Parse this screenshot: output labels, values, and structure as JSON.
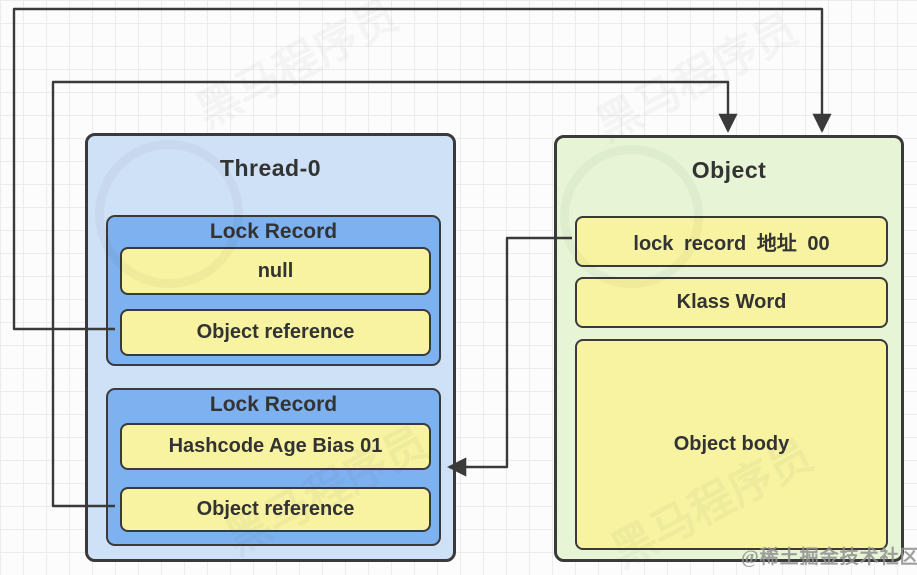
{
  "colors": {
    "canvas-bg": "#fcfcfc",
    "grid-line": "#ececec",
    "thread-fill": "#cfe1f7",
    "lock-record-fill": "#7db1ef",
    "cell-fill": "#f7f3a1",
    "object-fill": "#e7f5d6",
    "stroke": "#3a3a3a",
    "text": "#333333",
    "watermark-gray": "#8f8f8f"
  },
  "thread": {
    "title": "Thread-0",
    "lock_records": [
      {
        "label": "Lock Record",
        "rows": [
          "null",
          "Object reference"
        ]
      },
      {
        "label": "Lock Record",
        "rows": [
          "Hashcode Age Bias 01",
          "Object reference"
        ]
      }
    ]
  },
  "object": {
    "title": "Object",
    "rows": [
      "lock record 地址 00",
      "Klass Word",
      "Object body"
    ]
  },
  "connectors": [
    {
      "from": "lock-record-1 Object reference",
      "to": "Object top"
    },
    {
      "from": "lock-record-2 Object reference",
      "to": "Object top"
    },
    {
      "from": "Object lock record 地址 00",
      "to": "Thread-0 lock-record-2"
    }
  ],
  "watermarks": {
    "corner": "@稀土掘金技术社区",
    "background": "黑马程序员"
  }
}
